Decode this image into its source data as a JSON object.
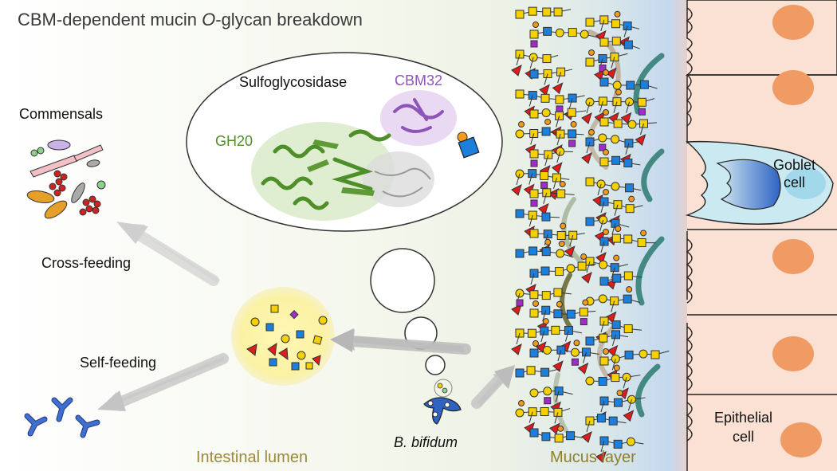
{
  "title": {
    "prefix": "CBM-dependent mucin ",
    "italic": "O",
    "suffix": "-glycan breakdown"
  },
  "labels": {
    "commensals": "Commensals",
    "cross_feeding": "Cross-feeding",
    "self_feeding": "Self-feeding",
    "sulfoglycosidase": "Sulfoglycosidase",
    "gh20": "GH20",
    "cbm32": "CBM32",
    "b_bifidum": "B. bifidum",
    "intestinal_lumen": "Intestinal lumen",
    "mucus_layer": "Mucus layer",
    "goblet_line1": "Goblet",
    "goblet_line2": "cell",
    "epithelial_line1": "Epithelial",
    "epithelial_line2": "cell"
  },
  "colors": {
    "glycan_yellow": "#f5d100",
    "glycan_blue": "#1c7fdc",
    "glycan_red": "#e31a1c",
    "glycan_purple": "#a32bc7",
    "glycan_orange": "#f39a1a",
    "gh20_green": "#4e8f2a",
    "cbm32_purple": "#8e55b8",
    "lumen_text": "#9a8a3a",
    "epithelium": "#fbe1d3",
    "nucleus": "#ef9b63",
    "goblet_cell": "#cbe9f0",
    "mucin_granule": "#2e63c4"
  },
  "icons": [
    "commensal-bacteria-icon",
    "bifidobacterium-icon",
    "antibody-icon",
    "protein-structure-icon",
    "glycan-chain-icon"
  ]
}
